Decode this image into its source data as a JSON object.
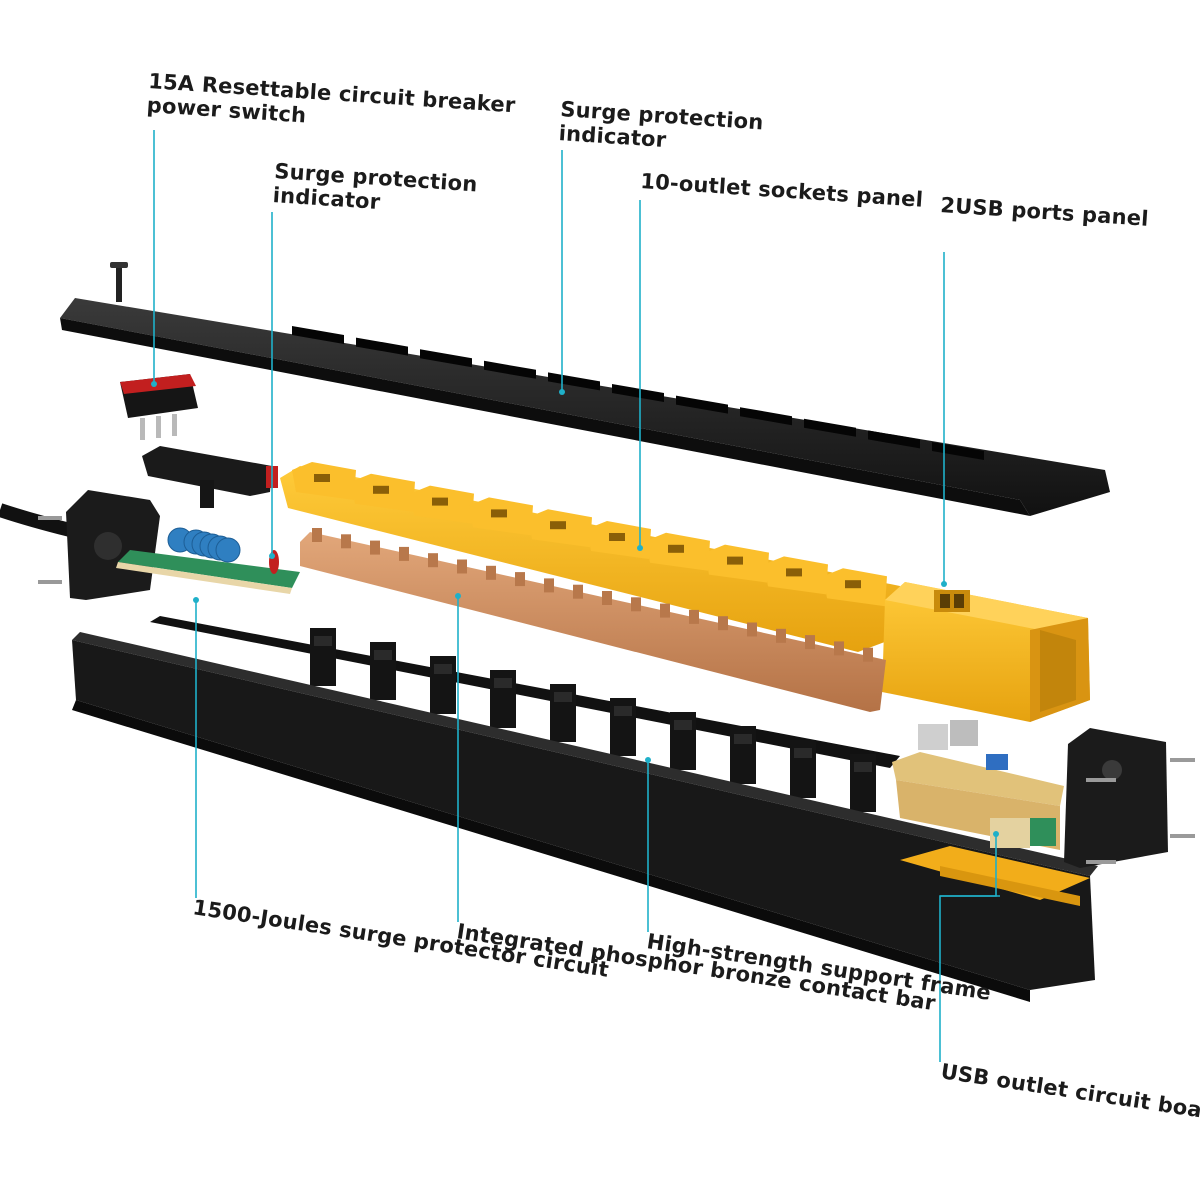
{
  "labels": {
    "breaker_line1": "15A Resettable circuit breaker",
    "breaker_line2": "power switch",
    "surge_ind_left_line1": "Surge protection",
    "surge_ind_left_line2": "indicator",
    "surge_ind_right_line1": "Surge protection",
    "surge_ind_right_line2": "indicator",
    "sockets_panel": "10-outlet sockets panel",
    "usb_ports_panel": "2USB ports panel",
    "surge_circuit": "1500-Joules surge protector circuit",
    "contact_bar": "Integrated phosphor bronze contact bar",
    "support_frame": "High-strength support frame",
    "usb_board": "USB outlet circuit board"
  },
  "colors": {
    "leader": "#1fb0c9",
    "housing": "#1c1c1c",
    "outlet_yellow": "#f5b21c",
    "bronze": "#c98a5a",
    "pcb_green": "#2f8f5a",
    "capacitor_blue": "#2f7fc1"
  }
}
